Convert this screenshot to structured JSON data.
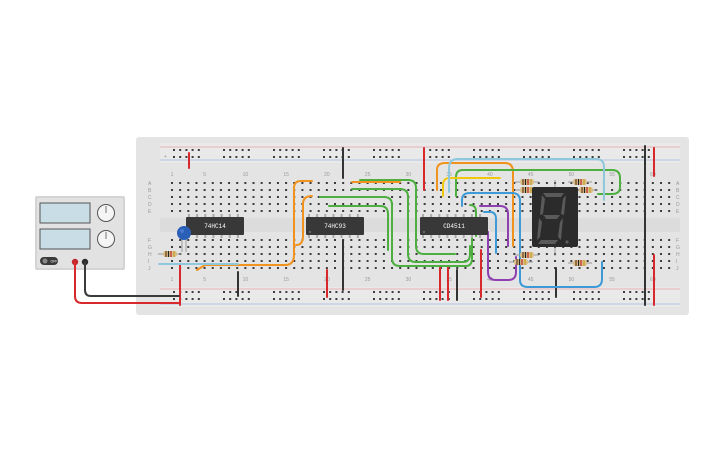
{
  "chips": [
    {
      "id": "u1",
      "label": "74HC14"
    },
    {
      "id": "u2",
      "label": "74HC93"
    },
    {
      "id": "u3",
      "label": "CD4511"
    }
  ],
  "breadboard": {
    "column_numbers": [
      "1",
      "5",
      "10",
      "15",
      "20",
      "25",
      "30",
      "35",
      "40",
      "45",
      "50",
      "55",
      "60"
    ],
    "rows_top": [
      "A",
      "B",
      "C",
      "D",
      "E"
    ],
    "rows_bottom": [
      "F",
      "G",
      "H",
      "I",
      "J"
    ],
    "rail_plus": "+"
  },
  "display": {
    "digit": "8"
  },
  "power_supply": {
    "button_label": "OFF"
  },
  "colors": {
    "board": "#e6e6e6",
    "rail_red": "#d8282b",
    "wire_orange": "#f0921e",
    "wire_green": "#4caf3f",
    "wire_yellow": "#f2c80f",
    "wire_blue": "#3d9ad6",
    "wire_lightblue": "#8fc8dc",
    "wire_purple": "#8e3fb0",
    "chip_body": "#383838",
    "display_body": "#2b2b2b",
    "capacitor": "#2a5fb8"
  }
}
